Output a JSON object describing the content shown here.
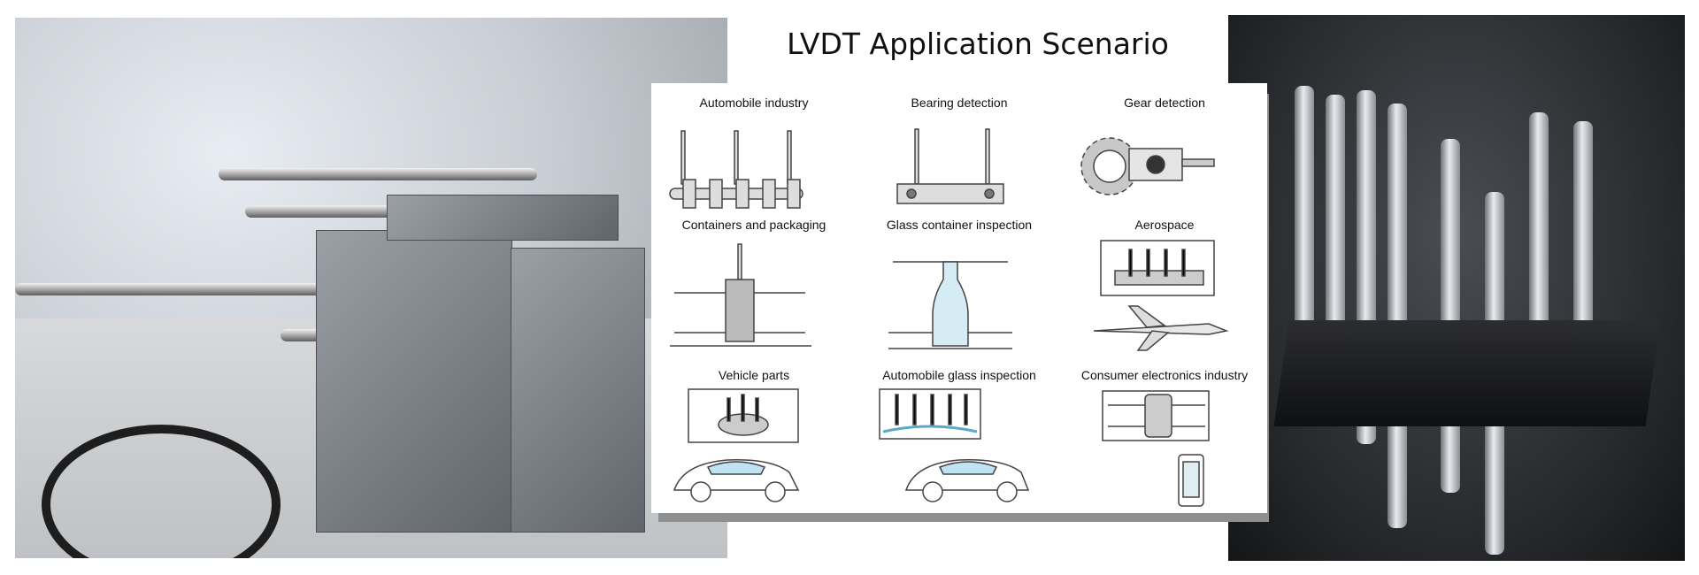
{
  "title": "LVDT Application Scenario",
  "applications": [
    {
      "label": "Automobile industry",
      "icon": "crankshaft-icon"
    },
    {
      "label": "Bearing detection",
      "icon": "bearing-icon"
    },
    {
      "label": "Gear detection",
      "icon": "gear-icon"
    },
    {
      "label": "Containers and packaging",
      "icon": "container-icon"
    },
    {
      "label": "Glass container inspection",
      "icon": "bottle-icon"
    },
    {
      "label": "Aerospace",
      "icon": "airplane-icon"
    },
    {
      "label": "Vehicle parts",
      "icon": "car-part-icon"
    },
    {
      "label": "Automobile glass inspection",
      "icon": "car-glass-icon"
    },
    {
      "label": "Consumer electronics industry",
      "icon": "smartphone-icon"
    }
  ]
}
